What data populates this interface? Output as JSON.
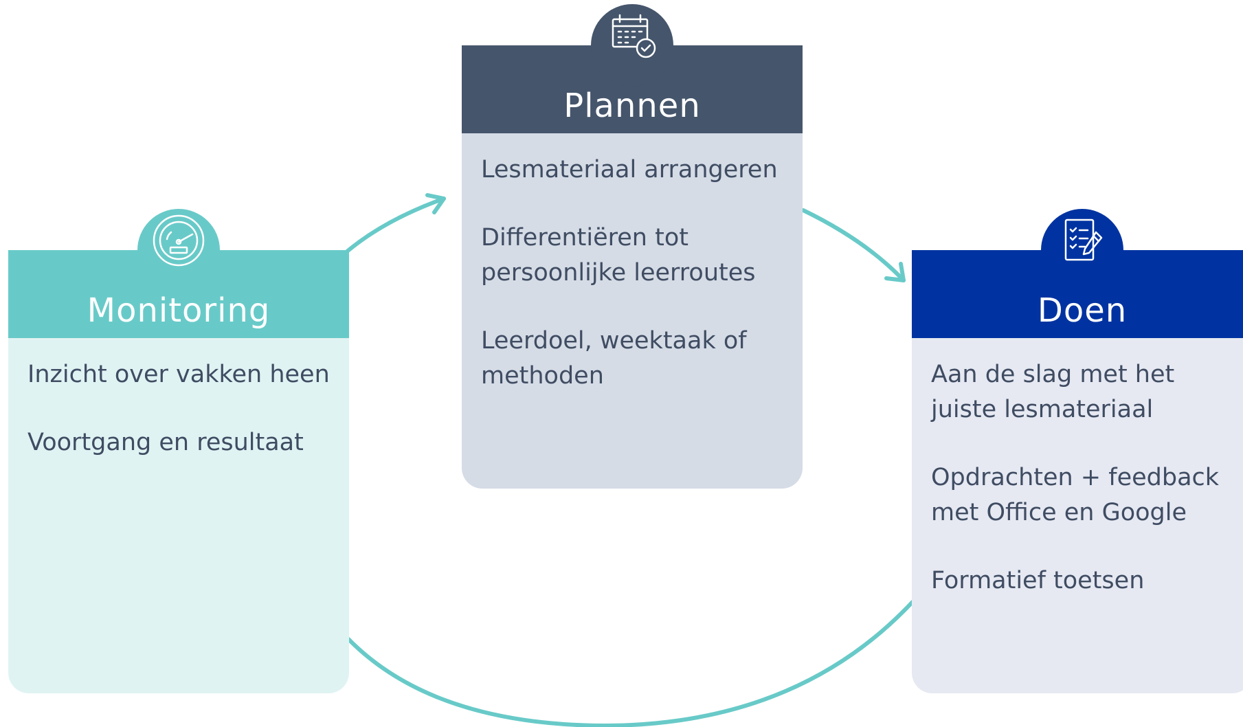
{
  "colors": {
    "monitoring_accent": "#68cac8",
    "monitoring_body": "#e0f3f3",
    "plannen_accent": "#45556b",
    "plannen_body": "#d5dce6",
    "doen_accent": "#0033a1",
    "doen_body": "#e6e9f2",
    "arrow": "#68cac8",
    "text": "#3f4c62"
  },
  "cards": {
    "monitoring": {
      "title": "Monitoring",
      "icon": "speedometer-icon",
      "items": [
        "Inzicht over vakken heen",
        "Voortgang en resultaat"
      ]
    },
    "plannen": {
      "title": "Plannen",
      "icon": "calendar-check-icon",
      "items": [
        "Lesmateriaal arrangeren",
        "Differentiëren tot persoonlijke leerroutes",
        "Leerdoel, weektaak of methoden"
      ]
    },
    "doen": {
      "title": "Doen",
      "icon": "checklist-pencil-icon",
      "items": [
        "Aan de slag met het juiste lesmateriaal",
        "Opdrachten + feedback met Office en Google",
        "Formatief toetsen"
      ]
    }
  },
  "flow": [
    "monitoring-to-plannen",
    "plannen-to-doen",
    "doen-to-monitoring"
  ]
}
